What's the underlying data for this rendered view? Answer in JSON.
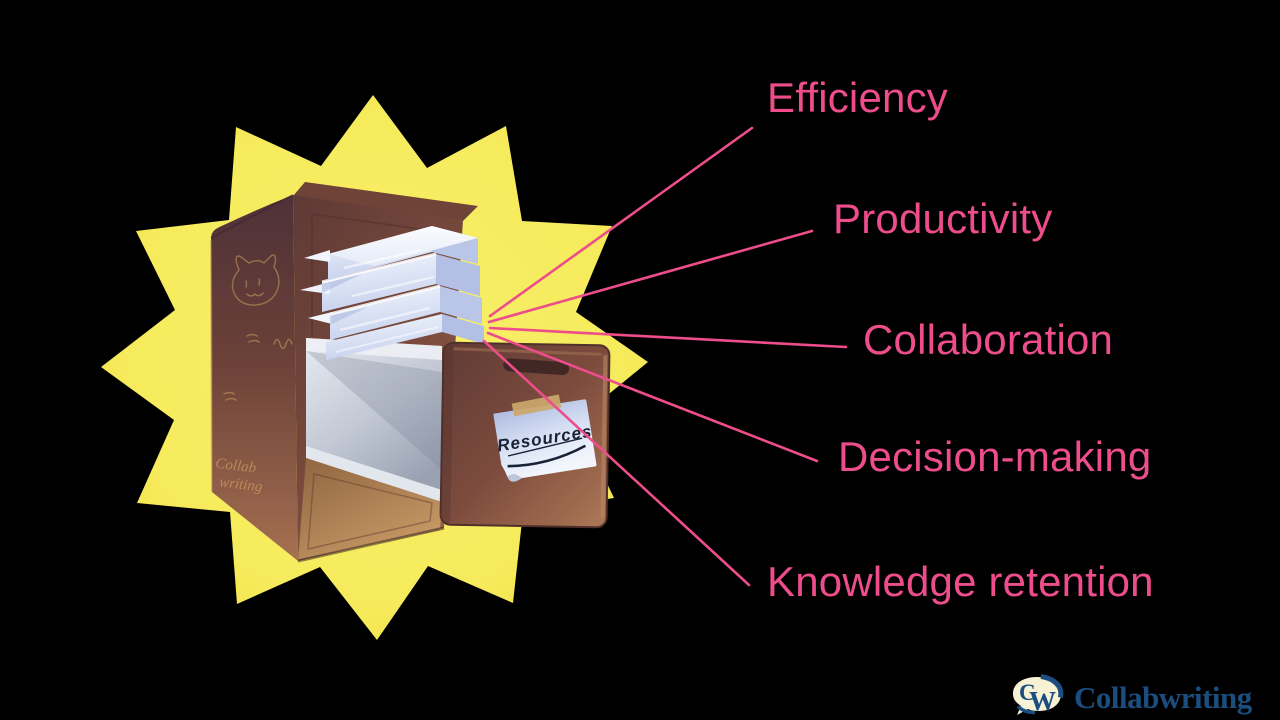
{
  "colors": {
    "background": "#000000",
    "accent_pink": "#EE4D8B",
    "line_pink": "#EE4D8B",
    "star_yellow": "#F6EB5C",
    "cabinet_brown": "#7A4A3C",
    "paper_blue": "#D6DEF4",
    "note_blue": "#C9D4EE",
    "logo_navy": "#1B4E7E",
    "logo_cream": "#F7F1D6"
  },
  "benefits": [
    {
      "label": "Efficiency"
    },
    {
      "label": "Productivity"
    },
    {
      "label": "Collaboration"
    },
    {
      "label": "Decision-making"
    },
    {
      "label": "Knowledge retention"
    }
  ],
  "cabinet": {
    "note_text": "Resources",
    "scribble_line1": "Collab",
    "scribble_line2": "writing"
  },
  "logo": {
    "mark_c": "C",
    "mark_w": "W",
    "name": "Collabwriting"
  }
}
